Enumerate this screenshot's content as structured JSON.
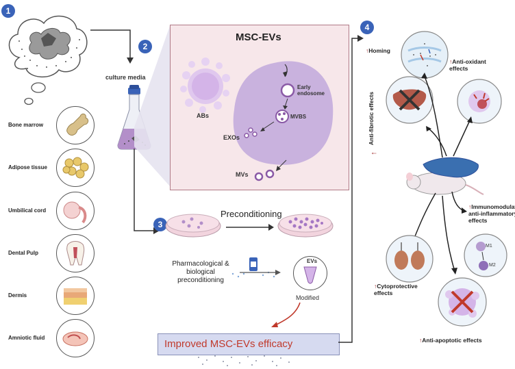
{
  "steps": [
    "1",
    "2",
    "3",
    "4"
  ],
  "labels": {
    "culture_media": "culture media",
    "msc_evs": "MSC-EVs",
    "abs": "ABs",
    "early_endosome": "Early\nendosome",
    "mvbs": "MVBS",
    "exos": "EXOs",
    "mvs": "MVs",
    "preconditioning": "Preconditioning",
    "pharm_precond": "Pharmacological &\nbiological\npreconditioning",
    "evs": "EVs",
    "modified": "Modified",
    "improved": "Improved MSC-EVs efficacy"
  },
  "sources": [
    "Bone marrow",
    "Adipose tissue",
    "Umbilical cord",
    "Dental Pulp",
    "Dermis",
    "Amniotic fluid"
  ],
  "effects": {
    "homing": "Homing",
    "anti_oxidant": "Anti-oxidant\neffects",
    "anti_fibrotic": "Anti-fibrotic effects",
    "immuno": "Immunomodulatory/\nanti-inflammatory\neffects",
    "cytoprotective": "Cytoprotective\neffects",
    "anti_apoptotic": "Anti-apoptotic effects",
    "m1": "M1",
    "m2": "M2"
  },
  "up_arrow": "↑",
  "colors": {
    "step_blue": "#3a63b8",
    "panel_bg": "#f7e7ea",
    "vesicle_purple": "#b99bd0",
    "improved_text": "#c0392b"
  }
}
